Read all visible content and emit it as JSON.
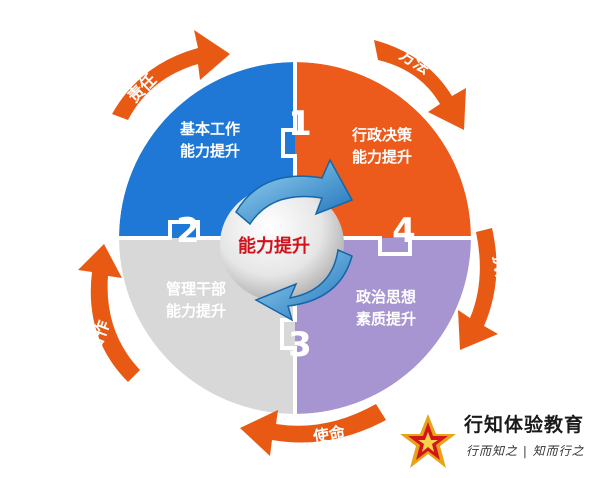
{
  "center": {
    "label": "能力提升"
  },
  "quadrants": [
    {
      "number": "1",
      "line1": "基本工作",
      "line2": "能力提升",
      "color": "#1f78d6"
    },
    {
      "number": "4",
      "line1": "行政决策",
      "line2": "能力提升",
      "color": "#ec5a1c"
    },
    {
      "number": "3",
      "line1": "政治思想",
      "line2": "素质提升",
      "color": "#a795d2"
    },
    {
      "number": "2",
      "line1": "管理干部",
      "line2": "能力提升",
      "color": "#d8d8d8"
    }
  ],
  "arrows": [
    {
      "label": "责任"
    },
    {
      "label": "方法"
    },
    {
      "label": "执行"
    },
    {
      "label": "使命"
    },
    {
      "label": "合作"
    }
  ],
  "arrow_color": "#e85a14",
  "logo": {
    "title": "行知体验教育",
    "slogan": "行而知之 | 知而行之"
  }
}
